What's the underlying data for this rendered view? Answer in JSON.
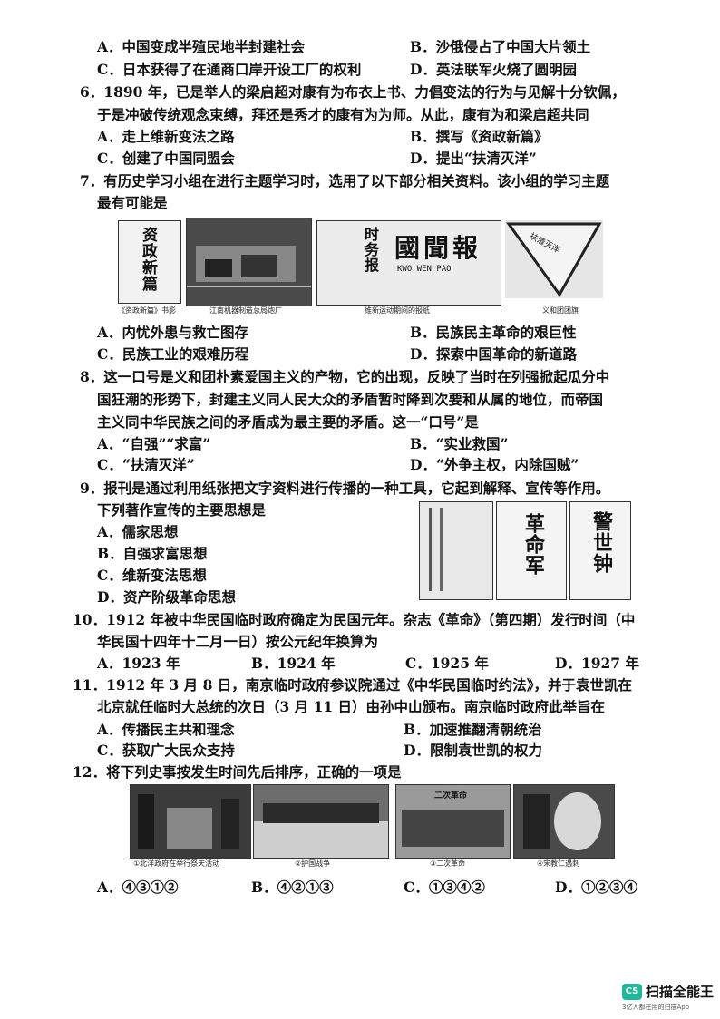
{
  "q5": {
    "a": "A．中国变成半殖民地半封建社会",
    "b": "B．沙俄侵占了中国大片领土",
    "c": "C．日本获得了在通商口岸开设工厂的权利",
    "d": "D．英法联军火烧了圆明园"
  },
  "q6": {
    "stem1": "6．1890 年，已是举人的梁启超对康有为布衣上书、力倡变法的行为与见解十分钦佩，",
    "stem2": "于是冲破传统观念束缚，拜还是秀才的康有为为师。从此，康有为和梁启超共同",
    "a": "A．走上维新变法之路",
    "b": "B．撰写《资政新篇》",
    "c": "C．创建了中国同盟会",
    "d": "D．提出“扶清灭洋”"
  },
  "q7": {
    "stem1": "7．有历史学习小组在进行主题学习时，选用了以下部分相关资料。该小组的学习主题",
    "stem2": "最有可能是",
    "images": [
      {
        "caption": "《资政新篇》书影",
        "text": "资政新篇"
      },
      {
        "caption": "江南机器制造总局炮厂",
        "text": ""
      },
      {
        "caption": "维新运动期间的报纸",
        "text": "时务报",
        "text2": "國聞報",
        "text3": "KWO WEN PAO"
      },
      {
        "caption": "义和团团旗",
        "text": "扶清灭洋"
      }
    ],
    "a": "A．内忧外患与救亡图存",
    "b": "B．民族民主革命的艰巨性",
    "c": "C．民族工业的艰难历程",
    "d": "D．探索中国革命的新道路"
  },
  "q8": {
    "stem1": "8．这一口号是义和团朴素爱国主义的产物，它的出现，反映了当时在列强掀起瓜分中",
    "stem2": "国狂潮的形势下，封建主义同人民大众的矛盾暂时降到次要和从属的地位，而帝国",
    "stem3": "主义同中华民族之间的矛盾成为最主要的矛盾。这一“口号”是",
    "a": "A．“自强”“求富”",
    "b": "B．“实业救国”",
    "c": "C．“扶清灭洋”",
    "d": "D．“外争主权，内除国贼”"
  },
  "q9": {
    "stem1": "9．报刊是通过利用纸张把文字资料进行传播的一种工具，它起到解释、宣传等作用。",
    "stem2": "下列著作宣传的主要思想是",
    "a": "A．儒家思想",
    "b": "B．自强求富思想",
    "c": "C．维新变法思想",
    "d": "D．资产阶级革命思想",
    "books": [
      "革命军",
      "警世钟"
    ]
  },
  "q10": {
    "stem1": "10．1912 年被中华民国临时政府确定为民国元年。杂志《革命》（第四期）发行时间（中",
    "stem2": "华民国十四年十二月一日）按公元纪年换算为",
    "a": "A．1923 年",
    "b": "B．1924 年",
    "c": "C．1925 年",
    "d": "D．1927 年"
  },
  "q11": {
    "stem1": "11．1912 年 3 月 8 日，南京临时政府参议院通过《中华民国临时约法》，并于袁世凯在",
    "stem2": "北京就任临时大总统的次日（3 月 11 日）由孙中山颁布。南京临时政府此举旨在",
    "a": "A．传播民主共和理念",
    "b": "B．加速推翻清朝统治",
    "c": "C．获取广大民众支持",
    "d": "D．限制袁世凯的权力"
  },
  "q12": {
    "stem": "12．将下列史事按发生时间先后排序，正确的一项是",
    "images": [
      {
        "caption": "①北洋政府在举行祭天活动"
      },
      {
        "caption": "②护国战争"
      },
      {
        "caption": "③二次革命",
        "text": "二次革命"
      },
      {
        "caption": "④宋教仁遇刺"
      }
    ],
    "a": "A．④③①②",
    "b": "B．④②①③",
    "c": "C．①③④②",
    "d": "D．①②③④"
  },
  "watermark": {
    "logo": "CS",
    "name": "扫描全能王",
    "sub": "3亿人都在用的扫描App"
  }
}
